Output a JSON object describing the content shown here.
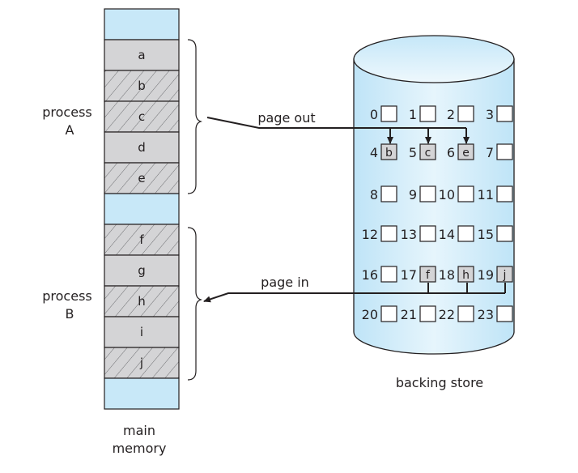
{
  "main_memory": {
    "caption_line1": "main",
    "caption_line2": "memory",
    "frames": [
      {
        "label": "",
        "kind": "free"
      },
      {
        "label": "a",
        "kind": "resident"
      },
      {
        "label": "b",
        "kind": "swapped"
      },
      {
        "label": "c",
        "kind": "swapped"
      },
      {
        "label": "d",
        "kind": "resident"
      },
      {
        "label": "e",
        "kind": "swapped"
      },
      {
        "label": "",
        "kind": "free"
      },
      {
        "label": "f",
        "kind": "swapped"
      },
      {
        "label": "g",
        "kind": "resident"
      },
      {
        "label": "h",
        "kind": "swapped"
      },
      {
        "label": "i",
        "kind": "resident"
      },
      {
        "label": "j",
        "kind": "swapped"
      },
      {
        "label": "",
        "kind": "free"
      }
    ]
  },
  "processes": [
    {
      "line1": "process",
      "line2": "A"
    },
    {
      "line1": "process",
      "line2": "B"
    }
  ],
  "arrows": {
    "page_out": "page out",
    "page_in": "page in"
  },
  "backing_store": {
    "caption": "backing store",
    "slots": [
      {
        "num": "0",
        "content": ""
      },
      {
        "num": "1",
        "content": ""
      },
      {
        "num": "2",
        "content": ""
      },
      {
        "num": "3",
        "content": ""
      },
      {
        "num": "4",
        "content": "b"
      },
      {
        "num": "5",
        "content": "c"
      },
      {
        "num": "6",
        "content": "e"
      },
      {
        "num": "7",
        "content": ""
      },
      {
        "num": "8",
        "content": ""
      },
      {
        "num": "9",
        "content": ""
      },
      {
        "num": "10",
        "content": ""
      },
      {
        "num": "11",
        "content": ""
      },
      {
        "num": "12",
        "content": ""
      },
      {
        "num": "13",
        "content": ""
      },
      {
        "num": "14",
        "content": ""
      },
      {
        "num": "15",
        "content": ""
      },
      {
        "num": "16",
        "content": ""
      },
      {
        "num": "17",
        "content": "f"
      },
      {
        "num": "18",
        "content": "h"
      },
      {
        "num": "19",
        "content": "j"
      },
      {
        "num": "20",
        "content": ""
      },
      {
        "num": "21",
        "content": ""
      },
      {
        "num": "22",
        "content": ""
      },
      {
        "num": "23",
        "content": ""
      }
    ]
  },
  "colors": {
    "free_frame": "#c8e8f8",
    "page_frame": "#d4d4d6",
    "outline": "#231f20",
    "cylinder_light": "#e4f4fc",
    "cylinder_dark": "#bfe4f7",
    "empty_slot": "#ffffff"
  }
}
